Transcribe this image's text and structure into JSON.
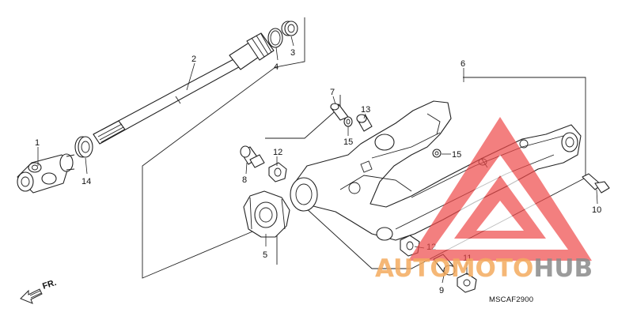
{
  "diagram": {
    "callouts": [
      {
        "id": "1",
        "text": "1"
      },
      {
        "id": "2",
        "text": "2"
      },
      {
        "id": "3",
        "text": "3"
      },
      {
        "id": "4",
        "text": "4"
      },
      {
        "id": "5",
        "text": "5"
      },
      {
        "id": "6",
        "text": "6"
      },
      {
        "id": "7",
        "text": "7"
      },
      {
        "id": "8",
        "text": "8"
      },
      {
        "id": "9",
        "text": "9"
      },
      {
        "id": "10",
        "text": "10"
      },
      {
        "id": "11",
        "text": "11"
      },
      {
        "id": "12a",
        "text": "12"
      },
      {
        "id": "12b",
        "text": "12"
      },
      {
        "id": "13",
        "text": "13"
      },
      {
        "id": "14",
        "text": "14"
      },
      {
        "id": "15a",
        "text": "15"
      },
      {
        "id": "15b",
        "text": "15"
      }
    ],
    "front_indicator": "FR.",
    "diagram_code": "MSCAF2900"
  },
  "watermark": {
    "part1": "AUTOMOTO",
    "part2": "HUB",
    "color_primary": "#f4ab5f",
    "color_secondary": "#8a8a8a",
    "triangle_color": "#ef4a4a"
  }
}
